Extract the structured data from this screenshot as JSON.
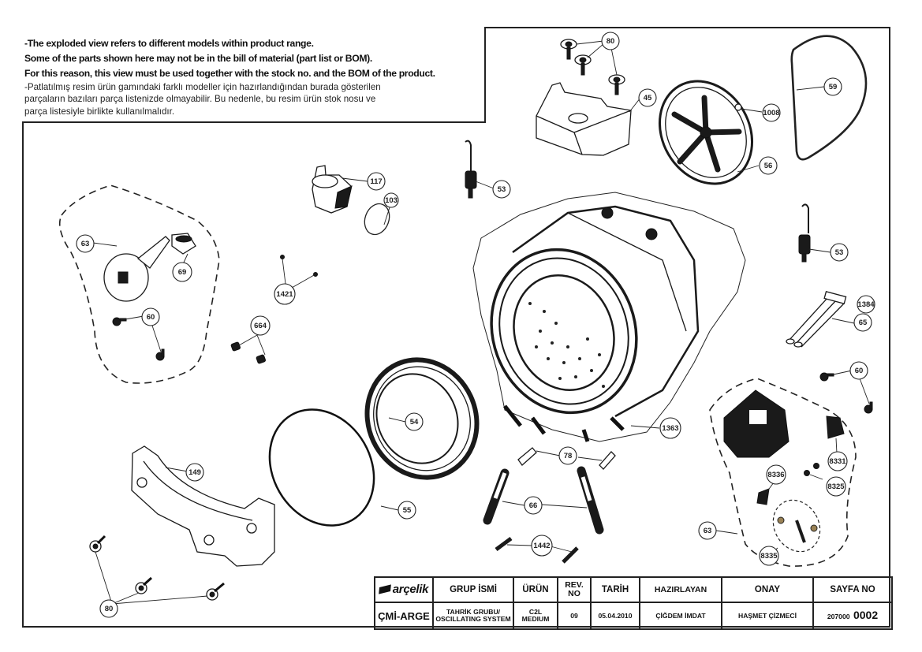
{
  "notes": {
    "english": [
      "-The exploded view refers to different models within product range.",
      "Some of the parts shown here may not be in the bill of material (part list or BOM).",
      "For this reason, this view must be used together with the stock no. and the BOM of the product."
    ],
    "turkish": [
      "-Patlatılmış resim ürün gamındaki farklı modeller için hazırlandığından burada gösterilen",
      "parçaların bazıları parça listenizde olmayabilir. Bu nedenle, bu resim ürün stok nosu ve",
      "parça listesiyle birlikte kullanılmalıdır."
    ]
  },
  "part_labels": {
    "screws_top": "80",
    "counterweight_top": "45",
    "pulley": "56",
    "pulley_screw": "1008",
    "belt": "59",
    "spring_left": "53",
    "spring_right": "53",
    "tub": "1363",
    "motor_left": "63",
    "carbon_brush": "69",
    "motor_screws_left": "60",
    "drain_fitting": "117",
    "clamp": "103",
    "rivets": "1421",
    "nuts": "664",
    "front_ring": "54",
    "seal_ring": "55",
    "counterweight_bottom": "149",
    "screws_bottom": "80",
    "pins": "78",
    "shock_absorbers": "66",
    "shock_pins": "1442",
    "heater": "65",
    "heater_nut": "1384",
    "motor_screws_right": "60",
    "motor_right": "63",
    "motor_bracket": "8331",
    "motor_bolts": "8325",
    "brush_holder": "8336",
    "brush_kit": "8335"
  },
  "title_block": {
    "brand": "arçelik",
    "department": "ÇMİ-ARGE",
    "headers": {
      "group_name": "GRUP İSMİ",
      "product": "ÜRÜN",
      "rev_no": "REV. NO",
      "date": "TARİH",
      "prepared_by": "HAZIRLAYAN",
      "approval": "ONAY",
      "page_no": "SAYFA NO"
    },
    "values": {
      "group_name": "TAHRİK GRUBU/ OSCILLATING SYSTEM",
      "product": "C2L MEDIUM",
      "rev_no": "09",
      "date": "05.04.2010",
      "prepared_by": "ÇİĞDEM İMDAT",
      "approval": "HAŞMET ÇİZMECİ",
      "page_prefix": "207000",
      "page_number": "0002"
    }
  }
}
